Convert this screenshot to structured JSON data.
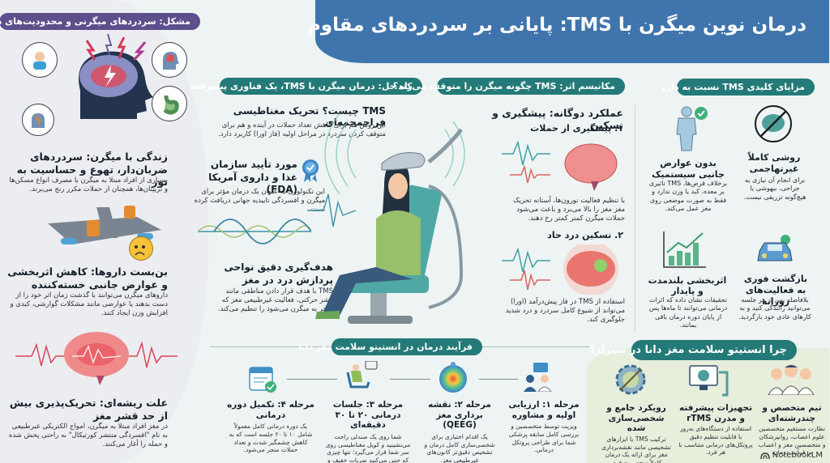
{
  "header": {
    "title": "درمان نوین میگرن با TMS: پایانی بر سردردهای مقاوم"
  },
  "problem": {
    "pill": "مشکل: سردردهای میگرنی و محدودیت‌های درمان دارویی",
    "icons": [
      "headache-person-icon",
      "brain-waves-head-icon",
      "stomach-icon",
      "head-pain-icon",
      "migraine-brain-icon"
    ],
    "section1": {
      "title": "زندگی با میگرن: سردردهای ضربان‌دار، تهوع و حساسیت به نور",
      "body": "بسیاری از افراد مبتلا به میگرن با مصرف انواع مسکن‌ها و تریپتان‌ها، همچنان از حملات مکرر رنج می‌برند."
    },
    "section2": {
      "title": "بن‌بست داروها: کاهش اثربخشی و عوارض جانبی خسته‌کننده",
      "body": "داروهای میگرن می‌توانند با گذشت زمان اثر خود را از دست بدهند یا عوارضی مانند مشکلات گوارشی، کبدی و افزایش وزن ایجاد کنند."
    },
    "section3": {
      "title": "علت ریشه‌ای: تحریک‌پذیری بیش از حد قشر مغز",
      "body": "در مغز افراد مبتلا به میگرن، امواج الکتریکی غیرطبیعی به نام \"افسردگی منتشر کورتیکال\" به راحتی پخش شده و حمله را آغاز می‌کنند."
    }
  },
  "solution": {
    "pill": "راه حل: درمان میگرن با TMS، یک فناوری پیشرفته",
    "what_is": {
      "title": "TMS چیست؟ تحریک مغناطیسی فراجمجمه‌ای",
      "body": "این روش هم برای کاهش تعداد حملات در آینده و هم برای متوقف کردن سردرد در مراحل اولیه (فاز اورا) کاربرد دارد."
    },
    "fda": {
      "title": "مورد تأیید سازمان غذا و داروی آمریکا (FDA)",
      "body": "این تکنولوژی به عنوان یک درمان مؤثر برای میگرن و افسردگی تاییدیه جهانی دریافت کرده است."
    },
    "targeting": {
      "title": "هدف‌گیری دقیق نواحی پردازش درد در مغز",
      "body": "TMS با هدف قرار دادن مناطقی مانند قشر حرکتی، فعالیت غیرطبیعی مغز که منجر به میگرن می‌شود را تنظیم می‌کند."
    }
  },
  "mechanism": {
    "pill": "مکانیسم اثر: TMS چگونه میگرن را متوقف می‌کند؟",
    "title": "عملکرد دوگانه: پیشگیری و تسکین",
    "prevention": {
      "title": "۱. پیشگیری از حملات",
      "body": "با تنظیم فعالیت نورون‌ها، آستانه تحریک مغز مغز را بالا می‌برد و باعث می‌شود حملات میگرن کمتر کمتر رخ دهند."
    },
    "relief": {
      "title": "۲. تسکین درد حاد",
      "body": "استفاده از TMS در فاز پیش‌درآمد (اورا) می‌تواند از شیوع کامل سردرد و درد شدید جلوگیری کند."
    }
  },
  "advantages": {
    "pill": "مزایای کلیدی TMS نسبت به دارو",
    "items": [
      {
        "title": "روشی کاملاً غیرتهاجمی",
        "body": "برای انجام آن نیازی به جراحی، بیهوشی یا هیچ‌گونه تزریقی نیست.",
        "icon": "no-surgery-brain-icon"
      },
      {
        "title": "بدون عوارض جانبی سیستمیک",
        "body": "برخلاف قرص‌ها، TMS تاثیری بر معده، کبد یا وزن ندارد و فقط به صورت موضعی روی مغز عمل می‌کند.",
        "icon": "body-check-icon"
      },
      {
        "title": "بازگشت فوری به فعالیت‌های روزانه",
        "body": "بلافاصله پس از هر جلسه می‌توانید رانندگی کنید و به کارهای عادی خود بازگردید.",
        "icon": "car-icon"
      },
      {
        "title": "اثربخشی بلندمدت و پایدار",
        "body": "تحقیقات نشان داده که اثرات درمانی می‌توانند تا ماه‌ها پس از پایان دوره درمان باقی بمانند.",
        "icon": "growth-chart-icon"
      }
    ]
  },
  "process": {
    "pill": "فرآیند درمان در انستیتو سلامت مغز دانا",
    "steps": [
      {
        "title": "مرحله ۱: ارزیابی اولیه و مشاوره",
        "body": "ویزیت توسط متخصصین و بررسی کامل سابقه پزشکی شما برای طراحی پروتکل درمانی.",
        "icon": "consultation-icon"
      },
      {
        "title": "مرحله ۲: نقشه برداری مغز (QEEG)",
        "body": "یک اقدام اختیاری برای شخصی‌سازی کامل درمان و تشخیص دقیق‌تر کانون‌های غیرطبیعی مغز.",
        "icon": "qeeg-brain-map-icon"
      },
      {
        "title": "مرحله ۳: جلسات درمانی ۲۰ تا ۳۰ دقیقه‌ای",
        "body": "شما روی یک صندلی راحت می‌نشینید و کویل مغناطیسی روی سر شما قرار می‌گیرد؛ تنها چیزی که حس می‌کنید ضربات خفیف و بدون درد روی پوست سر است.",
        "icon": "patient-chair-icon"
      },
      {
        "title": "مرحله ۴: تکمیل دوره درمانی",
        "body": "یک دوره درمانی کامل معمولاً شامل ۱۰ تا ۲۰ جلسه است که به کاهش چشمگیر شدت و تعداد حملات منجر می‌شود.",
        "icon": "calendar-check-icon"
      }
    ]
  },
  "why": {
    "pill": "چرا انستیتو سلامت مغز دانا در شیراز؟",
    "items": [
      {
        "title": "تیم متخصص و چندرشته‌ای",
        "body": "نظارت مستقیم متخصصین علوم اعصاب، روانپزشکان و متخصصین مغز و اعصاب بر فرآیند درمان.",
        "icon": "medical-team-icon"
      },
      {
        "title": "تجهیزات پیشرفته و مدرن rTMS",
        "body": "استفاده از دستگاه‌های به‌روز با قابلیت تنظیم دقیق پروتکل‌های درمانی متناسب با هر فرد.",
        "icon": "rtms-device-icon"
      },
      {
        "title": "رویکرد جامع و شخصی‌سازی شده",
        "body": "ترکیب TMS با ابزارهای تشخیصی مانند نقشه‌برداری مغز برای ارائه یک درمان کاملاً منحصر به فرد.",
        "icon": "gear-brain-icon"
      }
    ]
  },
  "watermark": {
    "label": "NotebookLM"
  },
  "colors": {
    "header_blue": "#3f74ad",
    "pill_teal": "#247a78",
    "pill_purple": "#5c4f8c",
    "bg": "#eef4f3",
    "left_panel": "#ecedf1",
    "bottom_green": "#e7eedc"
  }
}
